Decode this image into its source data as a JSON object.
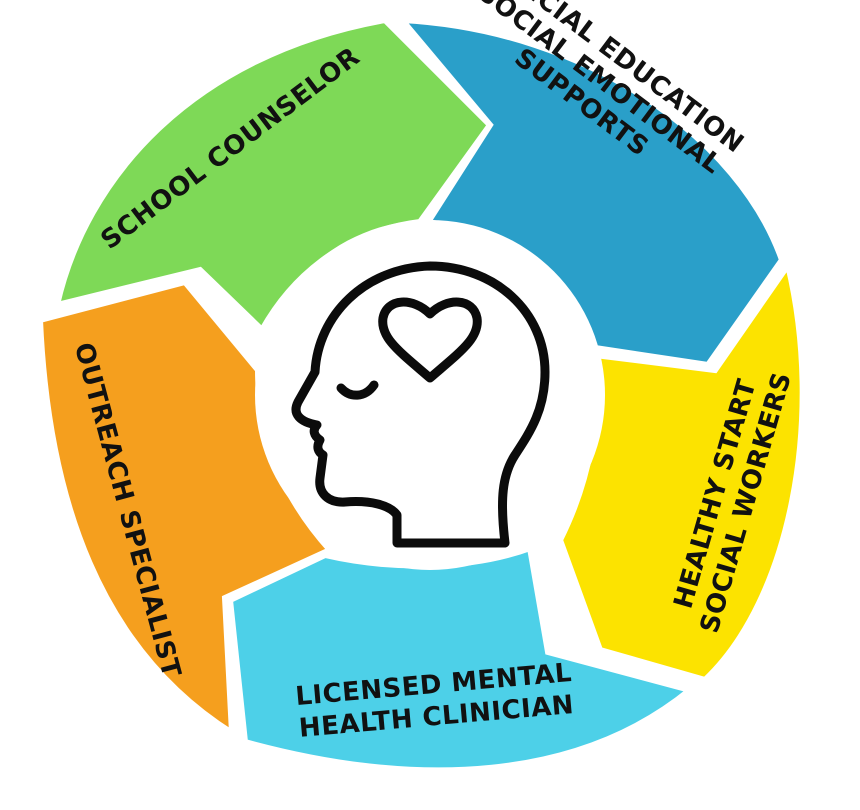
{
  "segments": [
    {
      "id": "school-counselor",
      "lines": [
        "SCHOOL COUNSELOR"
      ],
      "color": "#7ED957"
    },
    {
      "id": "special-education",
      "lines": [
        "SPECIAL EDUCATION",
        "SOCIAL EMOTIONAL",
        "SUPPORTS"
      ],
      "color": "#2A9FC9"
    },
    {
      "id": "healthy-start",
      "lines": [
        "HEALTHY START",
        "SOCIAL WORKERS"
      ],
      "color": "#FCE300"
    },
    {
      "id": "mental-health",
      "lines": [
        "LICENSED MENTAL",
        "HEALTH CLINICIAN"
      ],
      "color": "#4DD0E8"
    },
    {
      "id": "outreach",
      "lines": [
        "OUTREACH SPECIALIST"
      ],
      "color": "#F59F1E"
    }
  ],
  "center_icon": "head-with-heart-icon"
}
